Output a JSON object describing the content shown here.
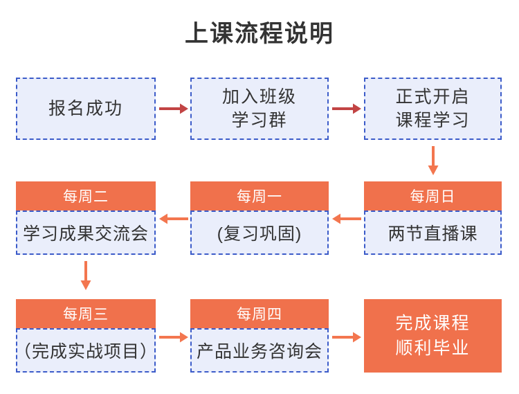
{
  "title": "上课流程说明",
  "colors": {
    "orange": "#F0714C",
    "arrow_red": "#C24444",
    "arrow_orange": "#F3764F",
    "border_blue": "#3B5BC9",
    "box_bg": "#EAEEFB",
    "text_dark": "#333333",
    "text_light": "#FFFFFF"
  },
  "rows": {
    "row1": [
      {
        "lines": [
          "报名成功"
        ]
      },
      {
        "lines": [
          "加入班级",
          "学习群"
        ]
      },
      {
        "lines": [
          "正式开启",
          "课程学习"
        ]
      }
    ],
    "row2": [
      {
        "header": "每周二",
        "body": "学习成果交流会"
      },
      {
        "header": "每周一",
        "body": "(复习巩固)"
      },
      {
        "header": "每周日",
        "body": "两节直播课"
      }
    ],
    "row3": [
      {
        "header": "每周三",
        "body": "（完成实战项目）"
      },
      {
        "header": "每周四",
        "body": "产品业务咨询会"
      },
      {
        "lines": [
          "完成课程",
          "顺利毕业"
        ]
      }
    ]
  }
}
